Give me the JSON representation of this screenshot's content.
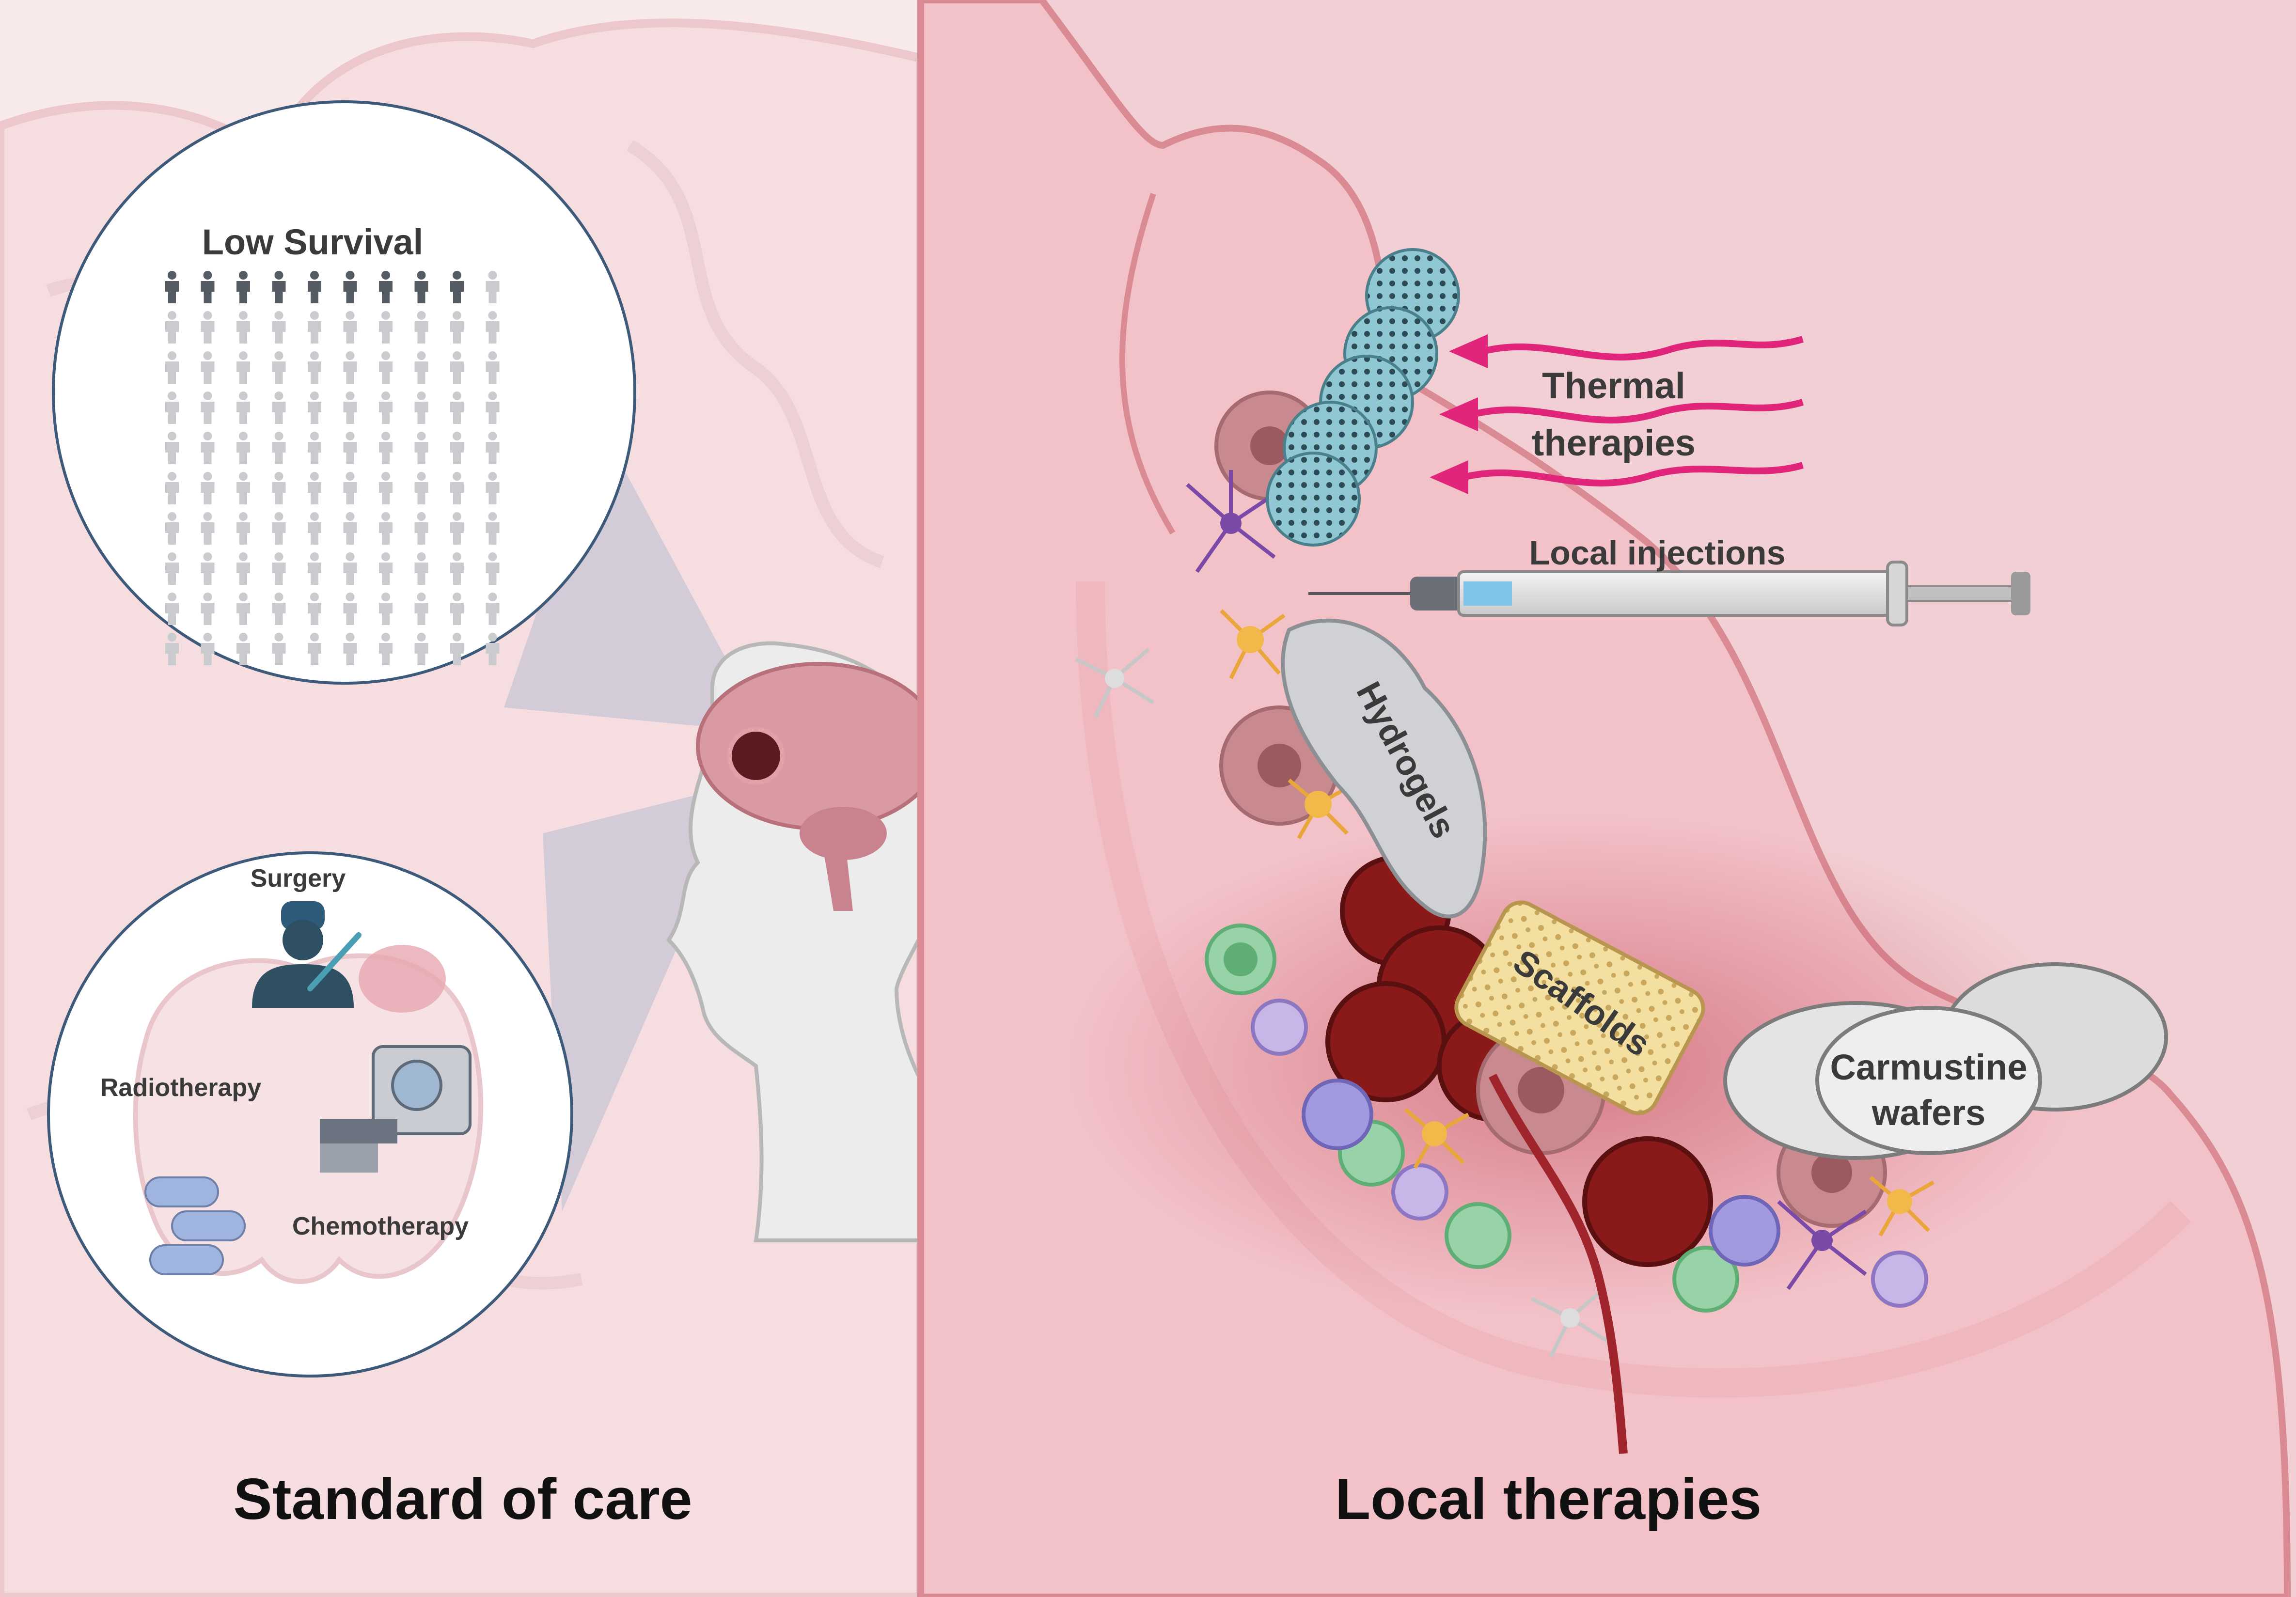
{
  "left_panel": {
    "footer": "Standard of care",
    "survival_inset": {
      "title": "Low Survival",
      "grid": {
        "rows": 10,
        "cols": 10,
        "highlighted_dark": 9
      },
      "colors": {
        "dark": "#555c63",
        "light": "#c9cbce"
      }
    },
    "treatment_inset": {
      "labels": [
        "Surgery",
        "Radiotherapy",
        "Chemotherapy"
      ]
    }
  },
  "right_panel": {
    "footer": "Local therapies",
    "therapies": {
      "thermal_line1": "Thermal",
      "thermal_line2": "therapies",
      "injections": "Local injections",
      "hydrogels": "Hydrogels",
      "scaffolds": "Scaffolds",
      "wafers_line1": "Carmustine",
      "wafers_line2": "wafers"
    }
  },
  "colors": {
    "brain_tissue": "#f0c4c9",
    "brain_outline": "#d98a93",
    "tumor": "#8a1a1a",
    "thermal_arrow": "#e0257a",
    "nanoparticle": "#8fc7d2"
  }
}
